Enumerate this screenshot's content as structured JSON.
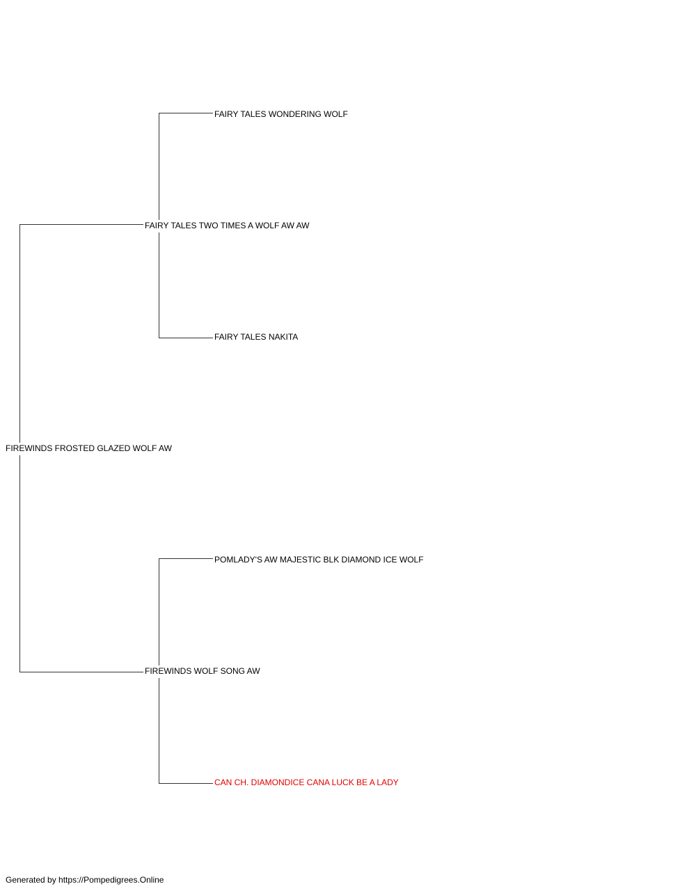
{
  "pedigree": {
    "subject": {
      "name": "FIREWINDS FROSTED GLAZED WOLF AW"
    },
    "sire": {
      "name": "FAIRY TALES TWO TIMES A WOLF AW AW"
    },
    "dam": {
      "name": "FIREWINDS WOLF SONG AW"
    },
    "sire_sire": {
      "name": "FAIRY TALES WONDERING WOLF"
    },
    "sire_dam": {
      "name": "FAIRY TALES NAKITA"
    },
    "dam_sire": {
      "name": "POMLADY'S AW MAJESTIC BLK DIAMOND ICE WOLF"
    },
    "dam_dam": {
      "name": "CAN CH. DIAMONDICE CANA LUCK BE A LADY",
      "color": "#e00000"
    }
  },
  "footer": {
    "text": "Generated by https://Pompedigrees.Online"
  }
}
